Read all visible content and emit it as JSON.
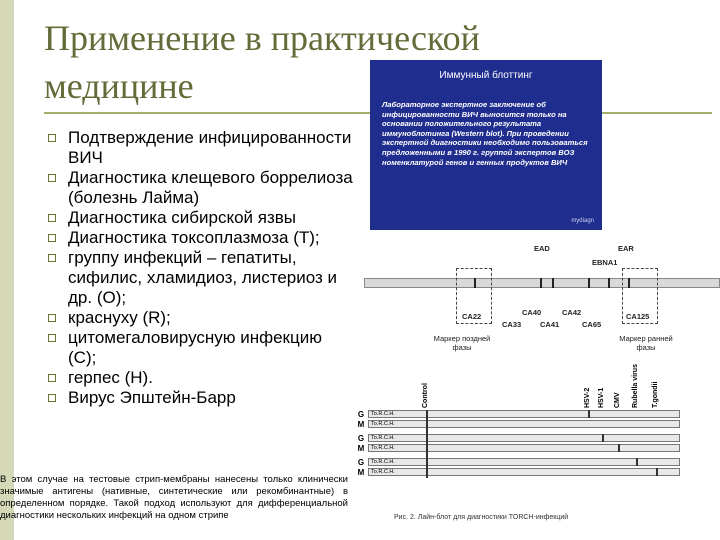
{
  "slide": {
    "title": "Применение в практической медицине",
    "bullets": [
      "Подтверждение инфицированности ВИЧ",
      "Диагностика клещевого боррелиоза (болезнь Лайма)",
      "Диагностика сибирской язвы",
      "Диагностика токсоплазмоза (T);",
      "группу инфекций – гепатиты, сифилис, хламидиоз, листериоз и др. (O);",
      "краснуху (R);",
      "цитомегаловирусную инфекцию (C);",
      "герпес (H).",
      "Вирус Эпштейн-Барр"
    ],
    "footnote": "В этом случае на тестовые стрип-мембраны нанесены только клинически значимые антигены (нативные, синтетические или рекомбинантные) в определенном порядке. Такой подход используют для дифференциальной диагностики нескольких инфекций на одном стрипе"
  },
  "blot_panel": {
    "title": "Иммунный блоттинг",
    "text": "Лабораторное экспертное заключение об инфицированности ВИЧ выносится только на основании положительного результата иммуноблотинга (Western blot). При проведении экспертной диагностики необходимо пользоваться предложенными в 1990 г. группой экспертов ВОЗ номенклатурой генов и генных продуктов ВИЧ",
    "logo": "mydiagn"
  },
  "figure": {
    "top_labels": [
      "EAD",
      "EAR",
      "EBNA1"
    ],
    "bottom_labels": [
      "CA22",
      "CA40",
      "CA42",
      "CA33",
      "CA41",
      "CA65",
      "CA125"
    ],
    "late_marker": "Маркер поздней фазы",
    "early_marker": "Маркер ранней фазы",
    "columns": [
      "Control",
      "HSV-2",
      "HSV-1",
      "CMV",
      "Rubella virus",
      "T.gondii"
    ],
    "rows": [
      {
        "letter": "G",
        "label": "To.R.C.H."
      },
      {
        "letter": "M",
        "label": "To.R.C.H."
      },
      {
        "letter": "G",
        "label": "To.R.C.H."
      },
      {
        "letter": "M",
        "label": "To.R.C.H."
      },
      {
        "letter": "G",
        "label": "To.R.C.H."
      },
      {
        "letter": "M",
        "label": "To.R.C.H."
      }
    ],
    "caption": "Рис. 2. Лайн-блот для диагностики TORCH-инфекций"
  }
}
